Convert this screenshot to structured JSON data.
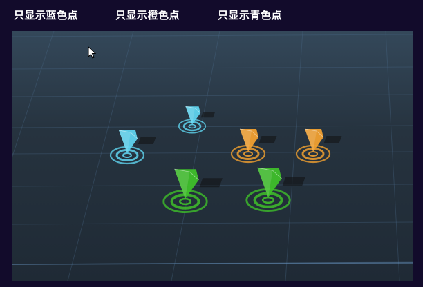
{
  "toolbar": {
    "buttons": [
      {
        "label": "只显示蓝色点"
      },
      {
        "label": "只显示橙色点"
      },
      {
        "label": "只显示青色点"
      }
    ]
  },
  "colors": {
    "blue": "#5fd3ee",
    "orange": "#f0a030",
    "green": "#3fbf2a",
    "grid": "#4a6a8a"
  },
  "markers": [
    {
      "color": "blue"
    },
    {
      "color": "blue"
    },
    {
      "color": "orange"
    },
    {
      "color": "orange"
    },
    {
      "color": "green"
    },
    {
      "color": "green"
    }
  ]
}
